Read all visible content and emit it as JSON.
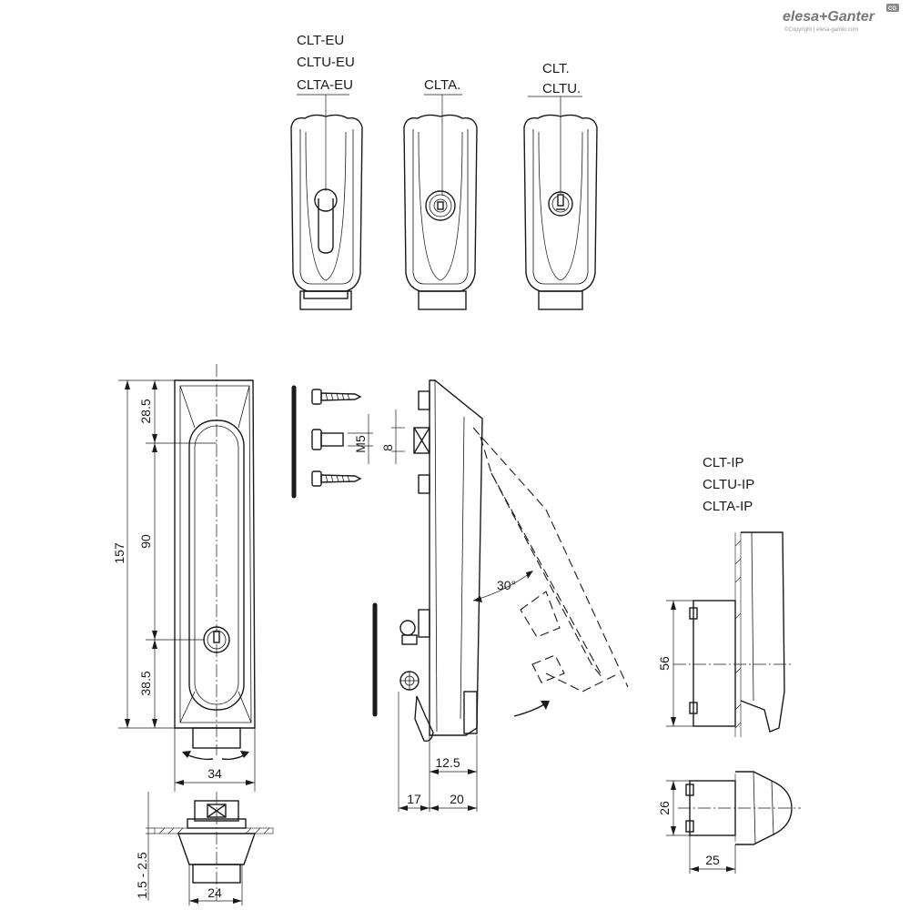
{
  "brand": {
    "logo_text": "elesa+Ganter",
    "copyright": "©Copyright | elesa-ganter.com",
    "badge": "CG"
  },
  "variants": {
    "eu": [
      "CLT-EU",
      "CLTU-EU",
      "CLTA-EU"
    ],
    "clta": [
      "CLTA."
    ],
    "clt": [
      "CLT.",
      "CLTU."
    ],
    "ip": [
      "CLT-IP",
      "CLTU-IP",
      "CLTA-IP"
    ]
  },
  "dimensions": {
    "total_height": "157",
    "top_segment": "28.5",
    "middle_segment": "90",
    "bottom_segment": "38.5",
    "width": "34",
    "thread": "M5",
    "hole": "8",
    "angle": "30°",
    "offset_a": "12.5",
    "offset_b": "17",
    "offset_c": "20",
    "ip_height": "56",
    "ip_lock_height": "26",
    "ip_depth": "25",
    "panel_thickness": "1.5 - 2.5",
    "base_width": "24"
  }
}
